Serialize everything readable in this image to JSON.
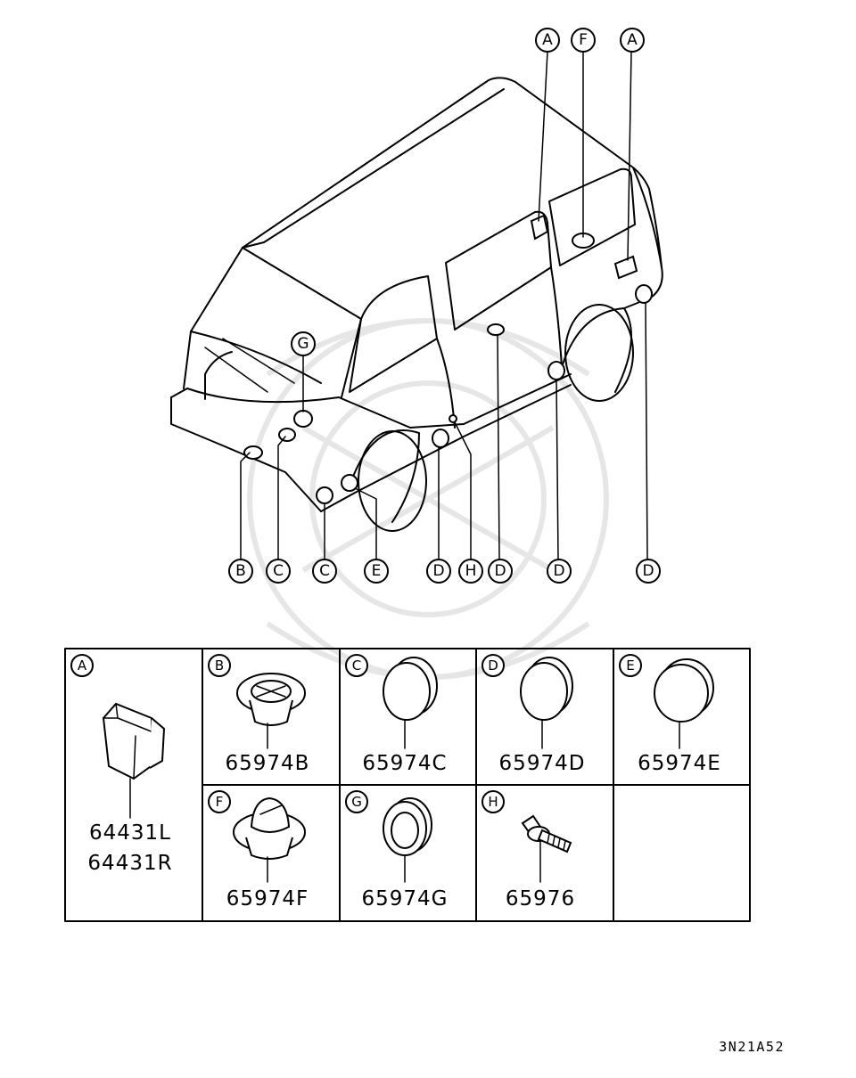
{
  "callouts": {
    "top": [
      "A",
      "F",
      "A"
    ],
    "g": "G",
    "bottom": [
      "B",
      "C",
      "C",
      "E",
      "D",
      "H",
      "D",
      "D",
      "D"
    ]
  },
  "cells": [
    {
      "letter": "A",
      "parts": [
        "64431L",
        "64431R"
      ]
    },
    {
      "letter": "B",
      "parts": [
        "65974B"
      ]
    },
    {
      "letter": "C",
      "parts": [
        "65974C"
      ]
    },
    {
      "letter": "D",
      "parts": [
        "65974D"
      ]
    },
    {
      "letter": "E",
      "parts": [
        "65974E"
      ]
    },
    {
      "letter": "F",
      "parts": [
        "65974F"
      ]
    },
    {
      "letter": "G",
      "parts": [
        "65974G"
      ]
    },
    {
      "letter": "H",
      "parts": [
        "65976"
      ]
    }
  ],
  "diagram_id": "3N21A52"
}
